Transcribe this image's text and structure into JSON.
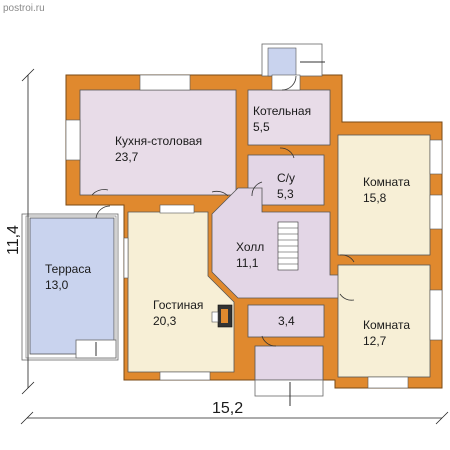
{
  "watermark": "postroi.ru",
  "dimensions": {
    "height": "11,4",
    "width": "15,2"
  },
  "rooms": [
    {
      "name": "Кухня-столовая",
      "area": "23,7"
    },
    {
      "name": "Котельная",
      "area": "5,5"
    },
    {
      "name": "С/у",
      "area": "5,3"
    },
    {
      "name": "Комната",
      "area": "15,8"
    },
    {
      "name": "Холл",
      "area": "11,1"
    },
    {
      "name": "Терраса",
      "area": "13,0"
    },
    {
      "name": "Гостиная",
      "area": "20,3"
    },
    {
      "name": "",
      "area": "3,4"
    },
    {
      "name": "Комната",
      "area": "12,7"
    }
  ],
  "colors": {
    "wall": "#E0892E",
    "wall_outline": "#7a4a16",
    "kitchen": "#E8DCE8",
    "living": "#F7EFD6",
    "terrace": "#C9D3EE",
    "hall": "#E3D6E6",
    "bedroom": "#F7EFD6"
  }
}
